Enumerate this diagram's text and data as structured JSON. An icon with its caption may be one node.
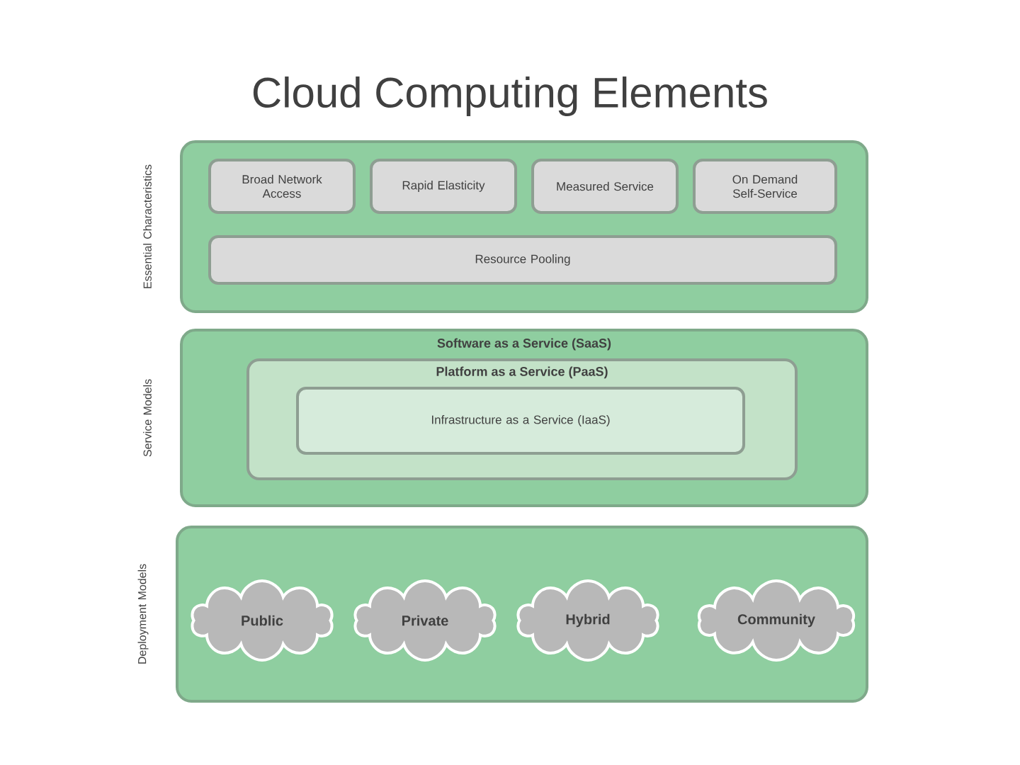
{
  "diagram": {
    "title": "Cloud Computing Elements",
    "nodes": [
      {
        "text": [
          "Essential Characteristics"
        ]
      },
      {
        "text": [
          "Broad Network Access"
        ],
        "in": 0
      },
      {
        "text": [
          "Rapid Elasticity"
        ],
        "in": 0
      },
      {
        "text": [
          "Measured Service"
        ],
        "in": 0
      },
      {
        "text": [
          "On Demand Self-Service"
        ],
        "in": 0
      },
      {
        "text": [
          "Resource Pooling"
        ],
        "in": 0
      },
      {
        "text": [
          "Service Models",
          "Software as a Service (SaaS)"
        ]
      },
      {
        "text": [
          "Platform as a Service (PaaS)"
        ],
        "in": 6
      },
      {
        "text": [
          "Infrastructure as a Service (IaaS)"
        ],
        "in": 7
      },
      {
        "text": [
          "Deployment Models"
        ]
      },
      {
        "text": [
          "Public"
        ],
        "in": 9
      },
      {
        "text": [
          "Private"
        ],
        "in": 9
      },
      {
        "text": [
          "Hybrid"
        ],
        "in": 9
      },
      {
        "text": [
          "Community"
        ],
        "in": 9
      }
    ],
    "edges": []
  }
}
